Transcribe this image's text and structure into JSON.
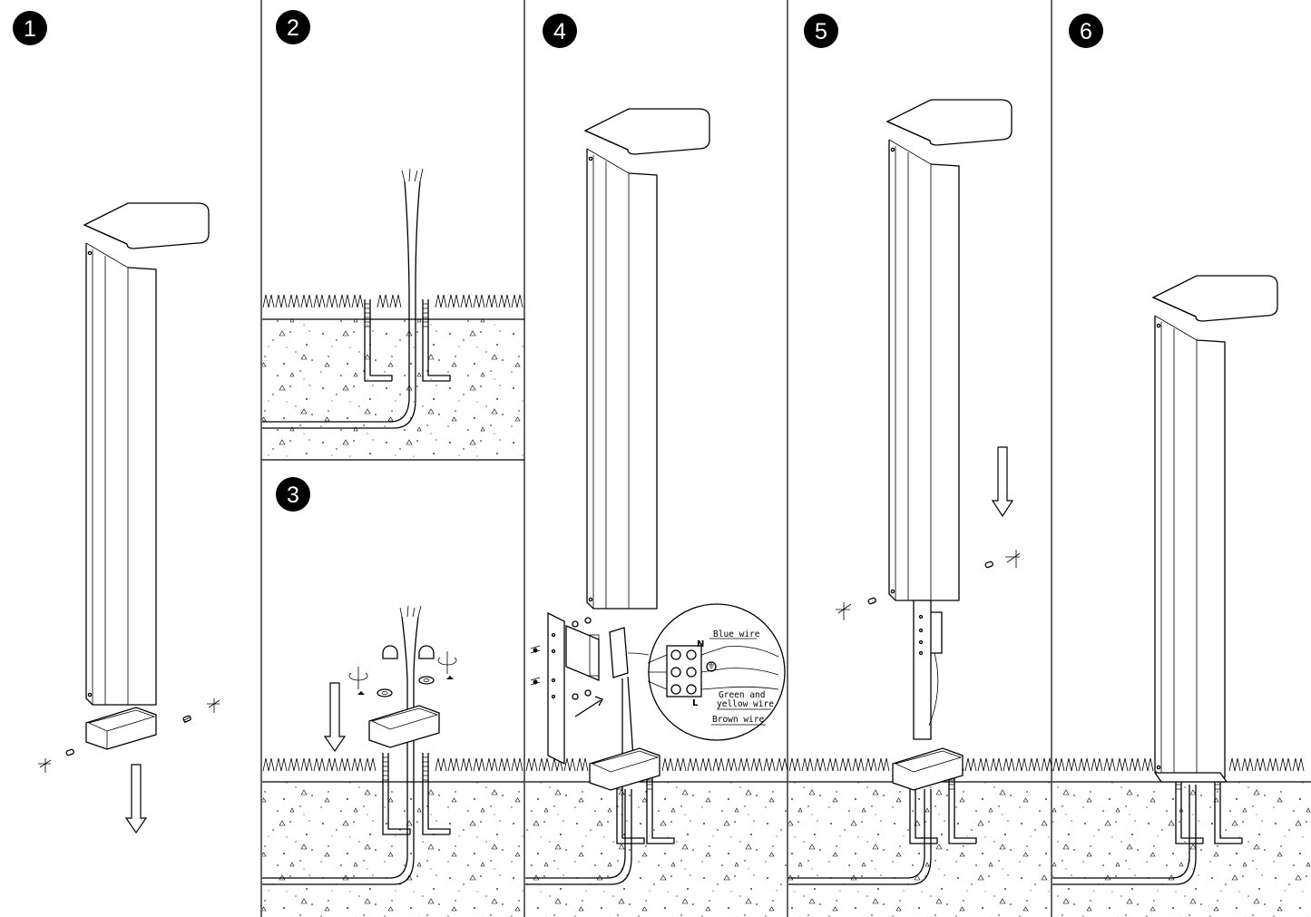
{
  "steps": [
    {
      "number": "1"
    },
    {
      "number": "2"
    },
    {
      "number": "3"
    },
    {
      "number": "4"
    },
    {
      "number": "5"
    },
    {
      "number": "6"
    }
  ],
  "wiring": {
    "terminal_n": "N",
    "terminal_l": "L",
    "blue_wire": "Blue wire",
    "green_yellow_line1": "Green and",
    "green_yellow_line2": "yellow wire",
    "brown_wire": "Brown wire"
  }
}
